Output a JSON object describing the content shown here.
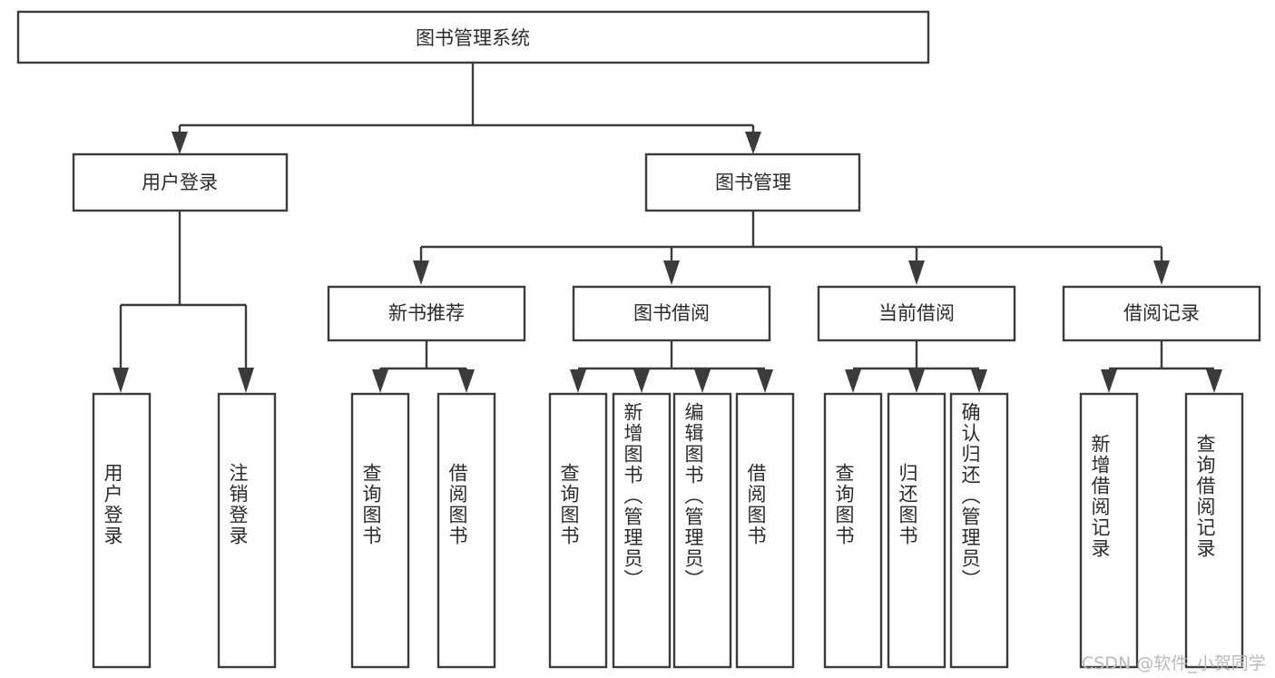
{
  "diagram": {
    "title": "图书管理系统",
    "type": "tree-hierarchy",
    "root": {
      "id": "root",
      "label": "图书管理系统",
      "orientation": "horizontal"
    },
    "level2": [
      {
        "id": "user-login",
        "label": "用户登录",
        "orientation": "horizontal"
      },
      {
        "id": "book-manage",
        "label": "图书管理",
        "orientation": "horizontal"
      }
    ],
    "level3": [
      {
        "id": "new-book-recommend",
        "label": "新书推荐",
        "orientation": "horizontal",
        "parent": "book-manage"
      },
      {
        "id": "book-borrow",
        "label": "图书借阅",
        "orientation": "horizontal",
        "parent": "book-manage"
      },
      {
        "id": "current-borrow",
        "label": "当前借阅",
        "orientation": "horizontal",
        "parent": "book-manage"
      },
      {
        "id": "borrow-record",
        "label": "借阅记录",
        "orientation": "horizontal",
        "parent": "book-manage"
      }
    ],
    "leaves": [
      {
        "id": "leaf-user-login",
        "label": "用户登录",
        "orientation": "vertical",
        "parent": "user-login"
      },
      {
        "id": "leaf-user-logout",
        "label": "注销登录",
        "orientation": "vertical",
        "parent": "user-login"
      },
      {
        "id": "leaf-query-book-1",
        "label": "查询图书",
        "orientation": "vertical",
        "parent": "new-book-recommend"
      },
      {
        "id": "leaf-borrow-book-1",
        "label": "借阅图书",
        "orientation": "vertical",
        "parent": "new-book-recommend"
      },
      {
        "id": "leaf-query-book-2",
        "label": "查询图书",
        "orientation": "vertical",
        "parent": "book-borrow"
      },
      {
        "id": "leaf-add-book",
        "label": "新增图书（管理员）",
        "orientation": "vertical",
        "parent": "book-borrow"
      },
      {
        "id": "leaf-edit-book",
        "label": "编辑图书（管理员）",
        "orientation": "vertical",
        "parent": "book-borrow"
      },
      {
        "id": "leaf-borrow-book-2",
        "label": "借阅图书",
        "orientation": "vertical",
        "parent": "book-borrow"
      },
      {
        "id": "leaf-query-book-3",
        "label": "查询图书",
        "orientation": "vertical",
        "parent": "current-borrow"
      },
      {
        "id": "leaf-return-book",
        "label": "归还图书",
        "orientation": "vertical",
        "parent": "current-borrow"
      },
      {
        "id": "leaf-confirm-return",
        "label": "确认归还（管理员）",
        "orientation": "vertical",
        "parent": "current-borrow"
      },
      {
        "id": "leaf-add-record",
        "label": "新增借阅记录",
        "orientation": "vertical",
        "parent": "borrow-record"
      },
      {
        "id": "leaf-query-record",
        "label": "查询借阅记录",
        "orientation": "vertical",
        "parent": "borrow-record"
      }
    ],
    "colors": {
      "stroke": "#3b3b3b",
      "box_fill": "#ffffff",
      "text": "#2b2b2b",
      "background": "#ffffff",
      "watermark": "#b9b9b9"
    }
  },
  "watermark": {
    "text": "CSDN @软件_小贺同学"
  }
}
